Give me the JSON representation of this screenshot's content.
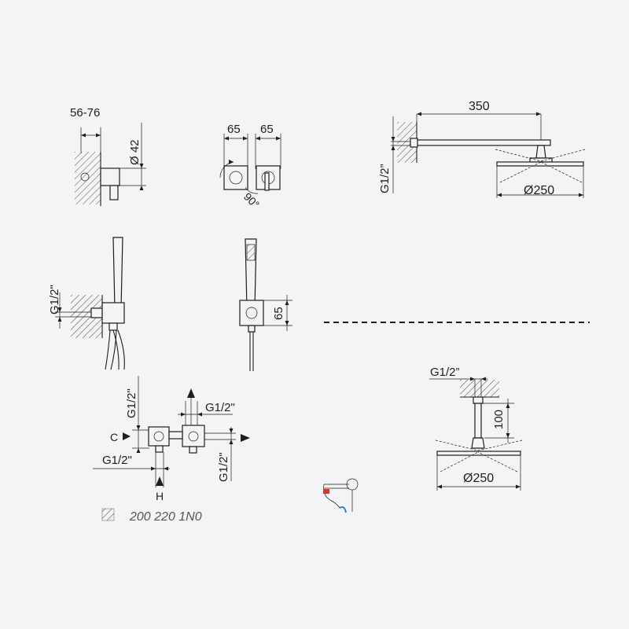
{
  "dimensions": {
    "wall_depth": "56-76",
    "diameter_42": "Ø 42",
    "width_65_a": "65",
    "width_65_b": "65",
    "rotation": "90°",
    "arm_length": "350",
    "thread_head": "G1/2”",
    "diameter_250_wall": "Ø250",
    "thread_holder": "G1/2\"",
    "height_65": "65",
    "thread_valve_top": "G1/2\"",
    "thread_valve_right_top": "G1/2\"",
    "label_c": "C",
    "thread_valve_left": "G1/2\"",
    "thread_valve_right": "G1/2\"",
    "label_h": "H",
    "thread_ceiling": "G1/2”",
    "height_100": "100",
    "diameter_250_ceiling": "Ø250"
  },
  "product_code": "200 220 1N0",
  "colors": {
    "line": "#1e1e1e",
    "background": "#f2f4f5",
    "hot": "#d9342b",
    "cold": "#2e7fd6"
  }
}
